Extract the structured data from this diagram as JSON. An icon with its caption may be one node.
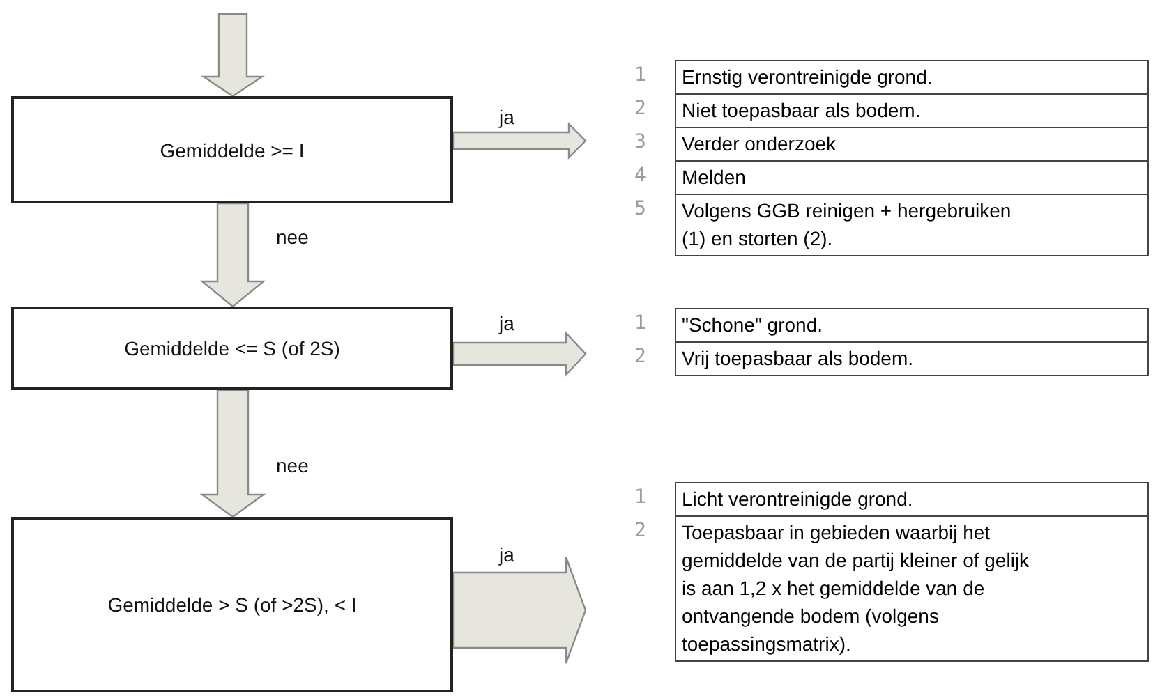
{
  "diagram": {
    "nodes": [
      {
        "text": [
          "Gemiddelde >= I"
        ]
      },
      {
        "text": [
          "Gemiddelde <= S (of 2S)"
        ]
      },
      {
        "text": [
          "Gemiddelde > S (of >2S), < I"
        ]
      },
      {
        "text": [],
        "shape": "box"
      },
      {
        "text": [
          "Ernstig verontreinigde grond."
        ],
        "in": 3,
        "beside": [
          "1"
        ]
      },
      {
        "text": [
          "Niet toepasbaar als bodem."
        ],
        "in": 3,
        "beside": [
          "2"
        ]
      },
      {
        "text": [
          "Verder onderzoek"
        ],
        "in": 3,
        "beside": [
          "3"
        ]
      },
      {
        "text": [
          "Melden"
        ],
        "in": 3,
        "beside": [
          "4"
        ]
      },
      {
        "text": [
          "Volgens GGB reinigen + hergebruiken (1) en storten (2)."
        ],
        "in": 3,
        "beside": [
          "5"
        ]
      },
      {
        "text": [],
        "shape": "box"
      },
      {
        "text": [
          "\"Schone\" grond."
        ],
        "in": 9,
        "beside": [
          "1"
        ]
      },
      {
        "text": [
          "Vrij toepasbaar als bodem."
        ],
        "in": 9,
        "beside": [
          "2"
        ]
      },
      {
        "text": [],
        "shape": "box"
      },
      {
        "text": [
          "Licht verontreinigde grond."
        ],
        "in": 12,
        "beside": [
          "1"
        ]
      },
      {
        "text": [
          "Toepasbaar in gebieden waarbij het gemiddelde van de partij kleiner of gelijk is aan 1,2 x het gemiddelde van de ontvangende bodem (volgens toepassingsmatrix)."
        ],
        "in": 12,
        "beside": [
          "2"
        ]
      }
    ],
    "edges": [
      {
        "from": null,
        "to": 0,
        "arrow": "to"
      },
      {
        "from": 0,
        "to": 1,
        "arrow": "to",
        "label": "nee"
      },
      {
        "from": 1,
        "to": 2,
        "arrow": "to",
        "label": "nee"
      },
      {
        "from": 0,
        "to": 3,
        "arrow": "to",
        "label": "ja"
      },
      {
        "from": 1,
        "to": 9,
        "arrow": "to",
        "label": "ja"
      },
      {
        "from": 2,
        "to": 12,
        "arrow": "to",
        "label": "ja"
      }
    ]
  }
}
